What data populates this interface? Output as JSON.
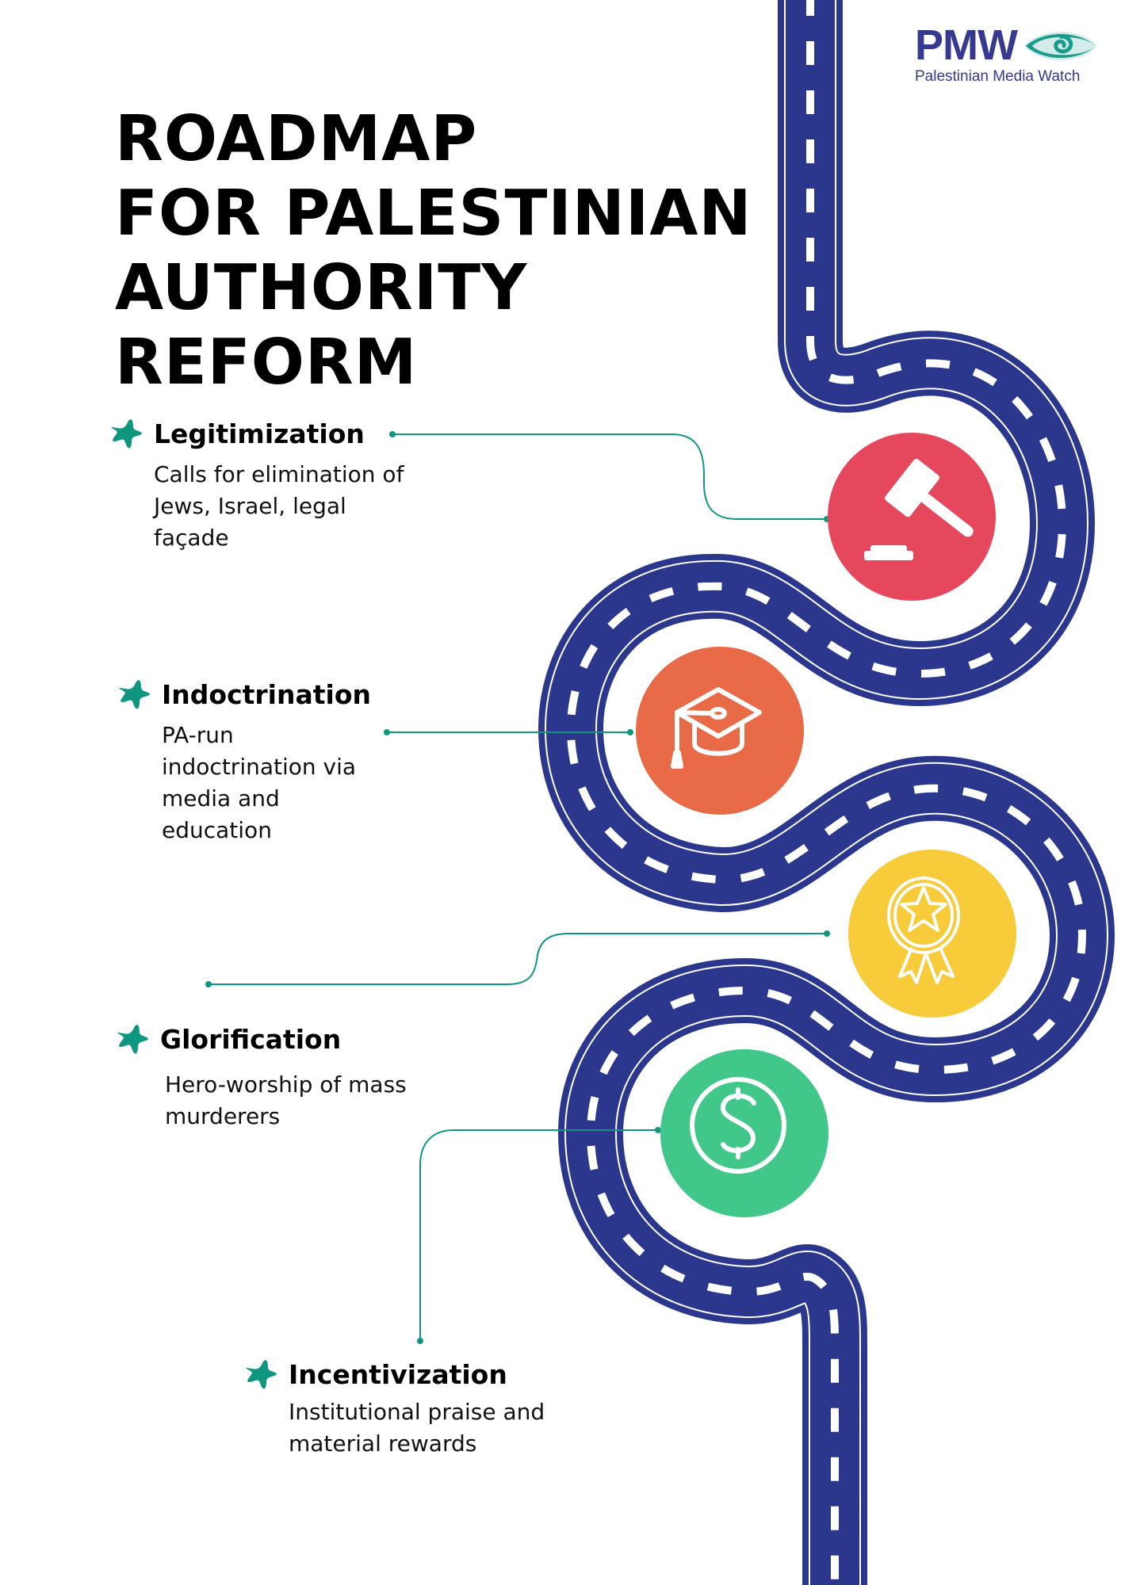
{
  "header": {
    "title_lines": [
      "ROADMAP",
      "FOR PALESTINIAN",
      "AUTHORITY",
      "REFORM"
    ]
  },
  "logo": {
    "acronym": "PMW",
    "name": "Palestinian Media Watch",
    "icon": "eye-icon"
  },
  "colors": {
    "road": "#2b378c",
    "road_marking": "#ffffff",
    "connector": "#0f9680",
    "star": "#0f9680",
    "logo_text": "#35398f",
    "logo_eye": "#1a9b8b",
    "legitimization": "#e5485d",
    "indoctrination": "#e86a46",
    "glorification": "#f7cb3a",
    "incentivization": "#41c78a"
  },
  "steps": [
    {
      "title": "Legitimization",
      "description_lines": [
        "Calls for elimination of",
        "Jews, Israel, legal",
        "façade"
      ],
      "icon": "gavel-icon",
      "color_key": "legitimization"
    },
    {
      "title": "Indoctrination",
      "description_lines": [
        "PA-run",
        "indoctrination via",
        "media and",
        "education"
      ],
      "icon": "graduation-cap-icon",
      "color_key": "indoctrination"
    },
    {
      "title": "Glorification",
      "description_lines": [
        "Hero-worship of mass",
        "murderers"
      ],
      "icon": "award-ribbon-icon",
      "color_key": "glorification"
    },
    {
      "title": "Incentivization",
      "description_lines": [
        "Institutional praise and",
        "material rewards"
      ],
      "icon": "dollar-coin-icon",
      "color_key": "incentivization"
    }
  ]
}
